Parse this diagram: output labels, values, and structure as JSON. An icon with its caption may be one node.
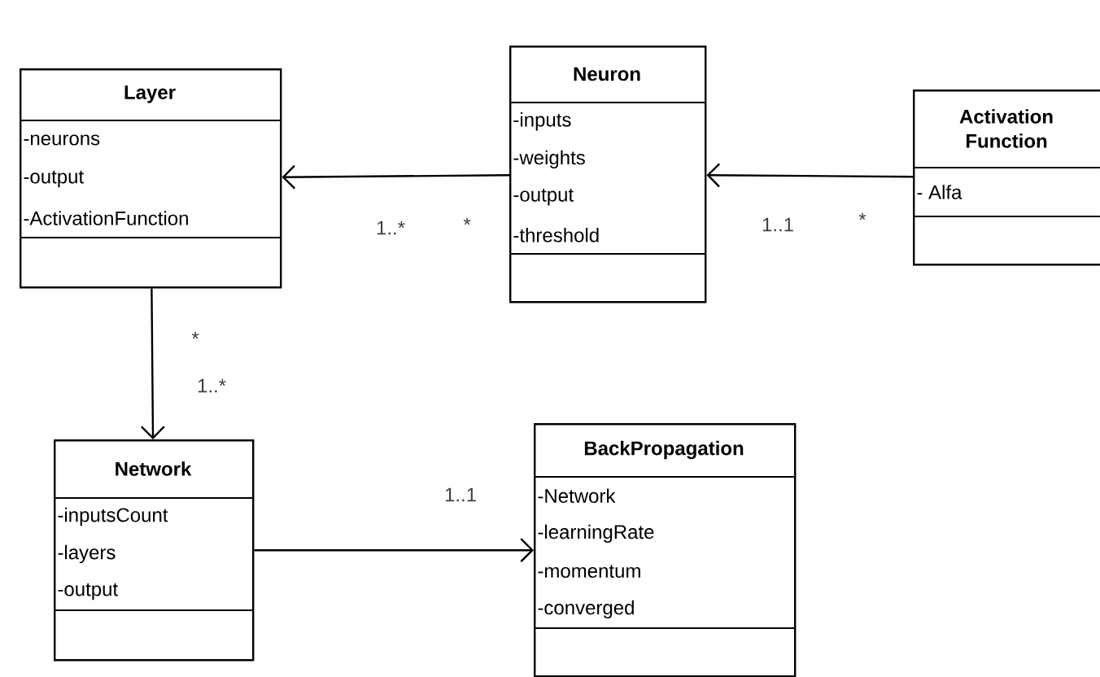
{
  "diagram": {
    "nodes": [
      {
        "text": [
          "Layer",
          "-neurons",
          "-output",
          "-ActivationFunction"
        ]
      },
      {
        "text": [
          "Neuron",
          "-inputs",
          "-weights",
          "-output",
          "-threshold"
        ]
      },
      {
        "text": [
          "Activation Function",
          "- Alfa"
        ]
      },
      {
        "text": [
          "Network",
          "-inputsCount",
          "-layers",
          "-output"
        ]
      },
      {
        "text": [
          "BackPropagation",
          "-Network",
          "-learningRate",
          "-momentum",
          "-converged"
        ]
      }
    ],
    "edges": [
      {
        "from": 1,
        "to": 0,
        "arrow": "to"
      },
      {
        "from": 2,
        "to": 1,
        "arrow": "to"
      },
      {
        "from": 0,
        "to": 3,
        "arrow": "to"
      },
      {
        "from": 3,
        "to": 4,
        "arrow": "to"
      }
    ],
    "labels": [
      "1..*",
      "*",
      "1..1",
      "*",
      "*",
      "1..*",
      "1..1"
    ]
  }
}
